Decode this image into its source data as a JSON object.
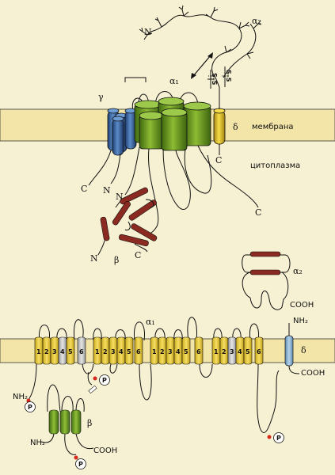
{
  "top": {
    "membrane_label": "мембрана",
    "cytoplasm_label": "цитоплазма",
    "gamma_label": "γ",
    "delta_label": "δ",
    "alpha1_label": "α₁",
    "alpha2_label": "α₂",
    "beta_label": "β",
    "n_label": "N",
    "c_label": "C",
    "ss_label": "S–S"
  },
  "bottom": {
    "alpha1_label": "α₁",
    "alpha2_label": "α₂",
    "beta_label": "β",
    "delta_label": "δ",
    "nh2_label": "NH₂",
    "cooh_label": "COOH",
    "p_label": "P",
    "segments": [
      "1",
      "2",
      "3",
      "4",
      "5",
      "6"
    ]
  },
  "colors": {
    "background": "#f6f1d2",
    "membrane": "#f3e4a8",
    "alpha1_green": "#6e9a1e",
    "gamma_blue": "#3f6aa6",
    "delta_yellow": "#e6c21a",
    "helix_red": "#8b2a20",
    "segment_yellow": "#f0d24a",
    "segment_gray": "#c8c8c8",
    "delta_lightblue": "#8fb6d6",
    "phospho_red": "#d4281b"
  }
}
